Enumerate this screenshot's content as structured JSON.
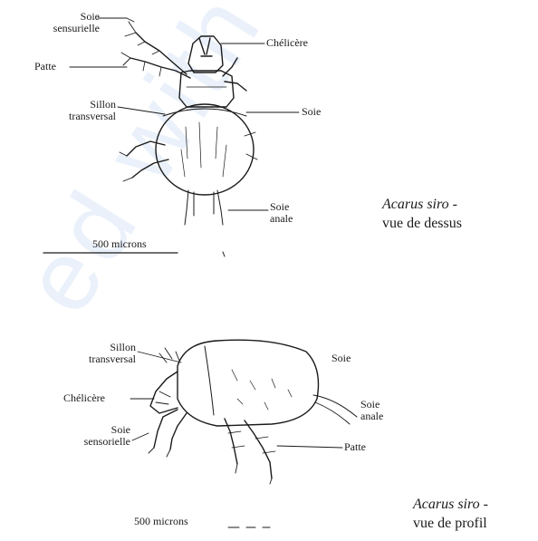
{
  "top_view": {
    "labels": {
      "soie_sensorielle": "Soie\nsensurielle",
      "patte": "Patte",
      "sillon": "Sillon\ntransversal",
      "chelicere": "Chélicère",
      "soie": "Soie",
      "soie_anale": "Soie\nanale"
    },
    "scale": "500 microns",
    "caption_species": "Acarus siro -",
    "caption_view": "vue de dessus"
  },
  "side_view": {
    "labels": {
      "sillon": "Sillon\ntransversal",
      "soie": "Soie",
      "chelicere": "Chélicère",
      "soie_anale": "Soie\nanale",
      "soie_sensorielle": "Soie\nsensorielle",
      "patte": "Patte"
    },
    "scale": "500 microns",
    "caption_species": "Acarus siro -",
    "caption_view": "vue de profil"
  },
  "watermark": "ed with"
}
